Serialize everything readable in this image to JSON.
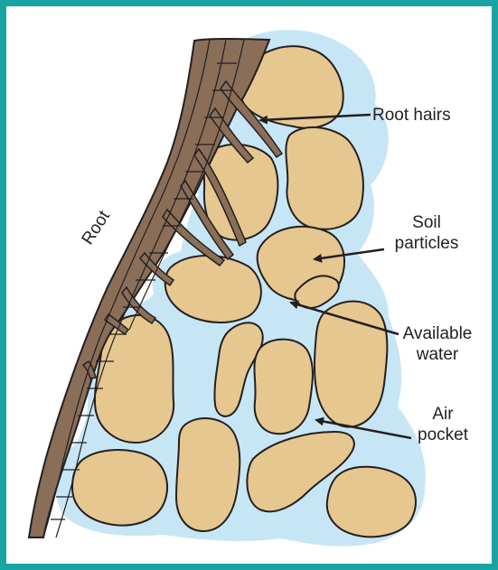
{
  "colors": {
    "frame": "#1aa3a3",
    "water": "#c7e6f5",
    "particle": "#e6c78f",
    "root": "#8a6e58",
    "outline": "#231f20"
  },
  "labels": {
    "root": "Root",
    "root_hairs": "Root hairs",
    "soil_particles_line1": "Soil",
    "soil_particles_line2": "particles",
    "available_water_line1": "Available",
    "available_water_line2": "water",
    "air_pocket_line1": "Air",
    "air_pocket_line2": "pocket"
  }
}
